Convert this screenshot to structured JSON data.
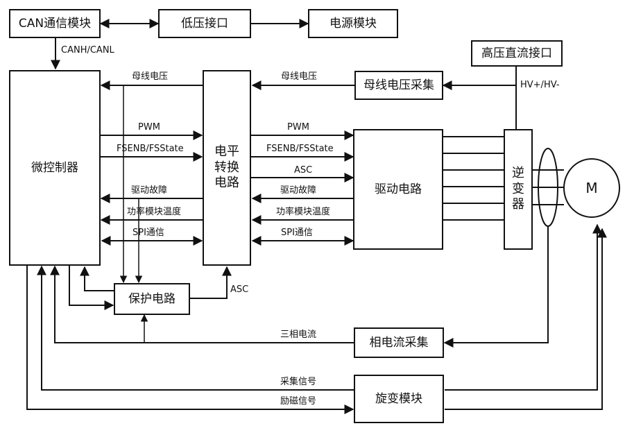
{
  "blocks": {
    "can_module": "CAN通信模块",
    "low_voltage_port": "低压接口",
    "power_module": "电源模块",
    "hv_dc_port": "高压直流接口",
    "bus_voltage_sampling": "母线电压采集",
    "mcu": "微控制器",
    "level_shift": [
      "电平",
      "转换",
      "电路"
    ],
    "driver_circuit": "驱动电路",
    "inverter": [
      "逆",
      "变",
      "器"
    ],
    "motor": "M",
    "protection_circuit": "保护电路",
    "phase_current_sampling": "相电流采集",
    "resolver_module": "旋变模块"
  },
  "signals": {
    "canh_canl": "CANH/CANL",
    "hv_plus_minus": "HV+/HV-",
    "bus_voltage_left": "母线电压",
    "bus_voltage_right": "母线电压",
    "pwm_left": "PWM",
    "pwm_right": "PWM",
    "fsenb_left": "FSENB/FSState",
    "fsenb_right": "FSENB/FSState",
    "asc_right": "ASC",
    "drive_fault_left": "驱动故障",
    "drive_fault_right": "驱动故障",
    "module_temp_left": "功率模块温度",
    "module_temp_right": "功率模块温度",
    "spi_left": "SPI通信",
    "spi_right": "SPI通信",
    "asc_bottom": "ASC",
    "three_phase_current": "三相电流",
    "sampling_signal": "采集信号",
    "excitation_signal": "励磁信号"
  }
}
